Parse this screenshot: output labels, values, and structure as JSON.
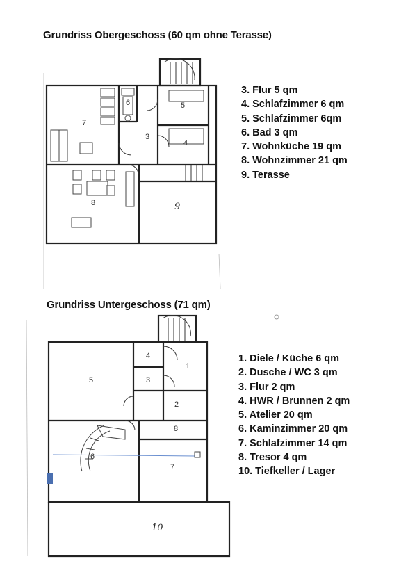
{
  "upper": {
    "title": "Grundriss Obergeschoss (60 qm ohne Terasse)",
    "legend": [
      "3. Flur 5 qm",
      "4. Schlafzimmer 6 qm",
      "5. Schlafzimmer 6qm",
      "6. Bad 3 qm",
      "7. Wohnküche 19 qm",
      "8. Wohnzimmer 21 qm",
      "9. Terasse"
    ],
    "room_numbers": [
      "3",
      "4",
      "5",
      "6",
      "7",
      "8",
      "9"
    ]
  },
  "lower": {
    "title": "Grundriss Untergeschoss (71 qm)",
    "legend": [
      "1. Diele / Küche 6 qm",
      "2. Dusche / WC 3 qm",
      "3. Flur 2 qm",
      "4. HWR / Brunnen 2 qm",
      "5. Atelier 20 qm",
      "6. Kaminzimmer 20 qm",
      "7. Schlafzimmer 14 qm",
      "8. Tresor 4 qm",
      "10. Tiefkeller / Lager"
    ],
    "room_numbers": [
      "1",
      "2",
      "3",
      "4",
      "5",
      "6",
      "7",
      "8",
      "10"
    ]
  }
}
